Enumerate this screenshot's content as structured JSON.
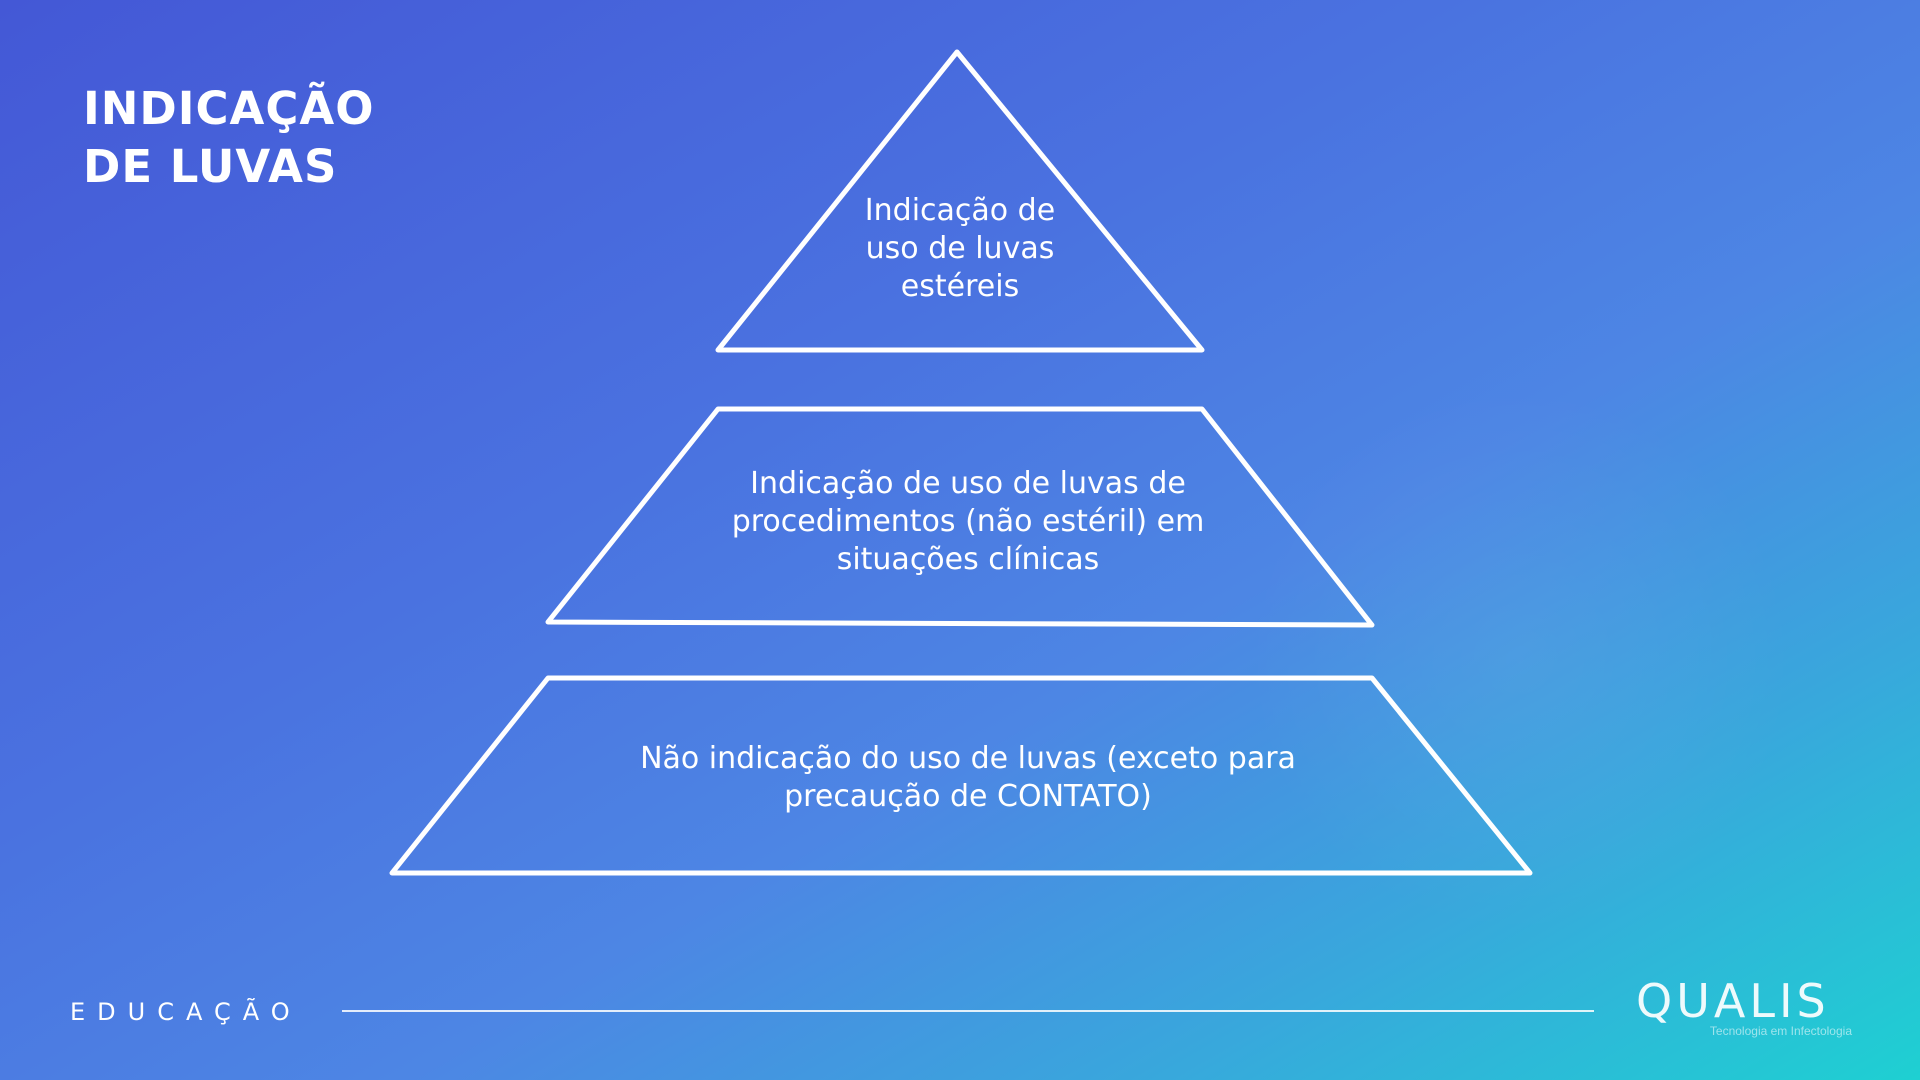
{
  "title": {
    "line1": "INDICAÇÃO",
    "line2": "DE LUVAS"
  },
  "pyramid": {
    "tiers": [
      {
        "lines": [
          "Indicação de",
          "uso de luvas",
          "estéreis"
        ]
      },
      {
        "lines": [
          "Indicação de uso de luvas de",
          "procedimentos (não estéril) em",
          "situações clínicas"
        ]
      },
      {
        "lines": [
          "Não indicação do uso de luvas (exceto para",
          "precaução de CONTATO)"
        ]
      }
    ]
  },
  "footer": {
    "section_label": "EDUCAÇÃO",
    "logo_text": "QUALIS",
    "logo_tagline": "Tecnologia em Infectologia"
  },
  "colors": {
    "gradient_start": "#4458d6",
    "gradient_end": "#1ed0d2",
    "foreground": "#ffffff"
  }
}
